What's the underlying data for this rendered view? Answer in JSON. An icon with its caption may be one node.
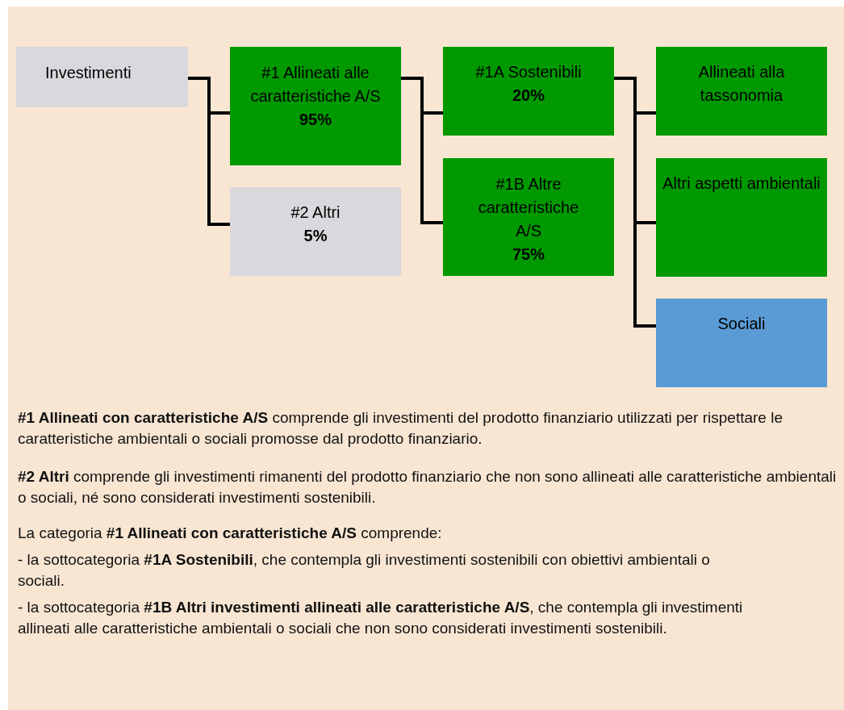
{
  "diagram": {
    "nodes": [
      {
        "text": [
          "Investimenti"
        ]
      },
      {
        "text": [
          "#1 Allineati alle caratteristiche A/S **95%**"
        ]
      },
      {
        "text": [
          "#2 Altri",
          "5%"
        ]
      },
      {
        "text": [
          "#1A Sostenibili",
          "20%"
        ]
      },
      {
        "text": [
          "#1B Altre caratteristiche A/S",
          "75%"
        ]
      },
      {
        "text": [
          "Allineati alla tassonomia"
        ]
      },
      {
        "text": [
          "Altri aspetti ambientali"
        ]
      },
      {
        "text": [
          "Sociali"
        ]
      }
    ],
    "edges": [
      {
        "from": 0,
        "to": 1,
        "arrow": "none"
      },
      {
        "from": 0,
        "to": 2,
        "arrow": "none"
      },
      {
        "from": 1,
        "to": 3,
        "arrow": "none"
      },
      {
        "from": 1,
        "to": 4,
        "arrow": "none"
      },
      {
        "from": 3,
        "to": 5,
        "arrow": "none"
      },
      {
        "from": 3,
        "to": 6,
        "arrow": "none"
      },
      {
        "from": 3,
        "to": 7,
        "arrow": "none"
      }
    ],
    "labels": [
      "**#1 Allineati con caratteristiche A/S** comprende gli investimenti del prodotto finanziario utilizzati per rispettare le caratteristiche ambientali o sociali promosse dal prodotto finanziario.",
      "**#2 Altri** comprende gli investimenti rimanenti del prodotto finanziario che non sono allineati alle caratteristiche ambientali o sociali, né sono considerati investimenti sostenibili.",
      "La categoria **#1 Allineati con caratteristiche A/S** comprende:",
      "- la sottocategoria **#1A Sostenibili**, che contempla gli investimenti sostenibili con obiettivi ambientali o sociali.",
      "- la sottocategoria **#1B Altri investimenti allineati alle caratteristiche A/S**, che contempla gli investimenti allineati alle caratteristiche ambientali o sociali che non sono considerati investimenti sostenibili."
    ]
  }
}
